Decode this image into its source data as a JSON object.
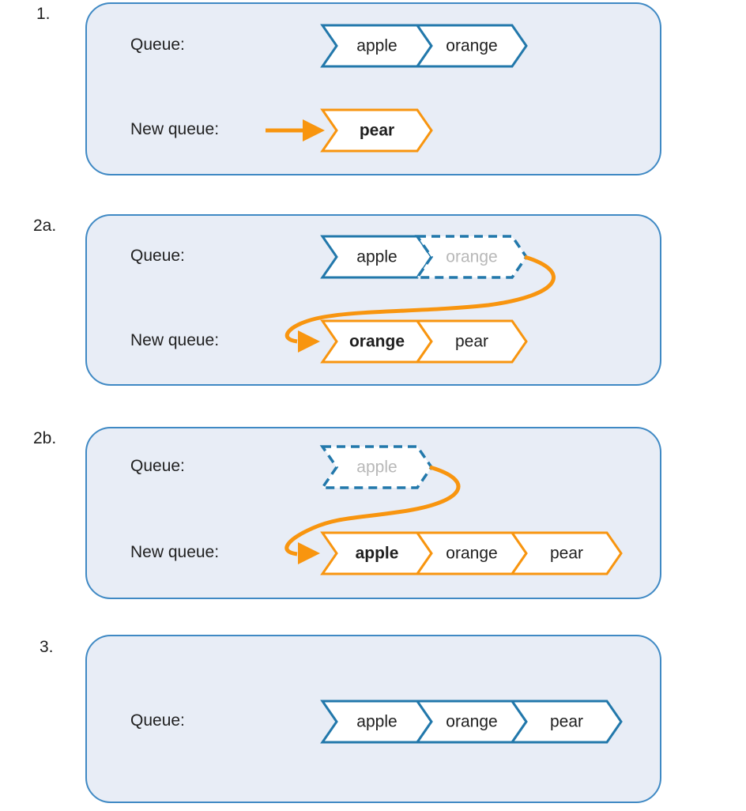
{
  "colors": {
    "cell_blue": "#2278ab",
    "cell_orange": "#f8950f",
    "panel_fill": "#e8edf6",
    "panel_border": "#3f89c4",
    "text": "#1f1f1f",
    "ghost_text": "#b8b8b8"
  },
  "icons": {
    "enqueue_arrow": "right-arrow",
    "dequeue_arrow_2a": "s-curve-arrow",
    "dequeue_arrow_2b": "s-curve-arrow"
  },
  "panels": [
    {
      "label": "1.",
      "rows": [
        {
          "label": "Queue:",
          "cells": [
            {
              "text": "apple"
            },
            {
              "text": "orange"
            }
          ]
        },
        {
          "label": "New queue:",
          "cells": [
            {
              "text": "pear"
            }
          ]
        }
      ]
    },
    {
      "label": "2a.",
      "rows": [
        {
          "label": "Queue:",
          "cells": [
            {
              "text": "apple"
            },
            {
              "text": "orange"
            }
          ]
        },
        {
          "label": "New queue:",
          "cells": [
            {
              "text": "orange"
            },
            {
              "text": "pear"
            }
          ]
        }
      ]
    },
    {
      "label": "2b.",
      "rows": [
        {
          "label": "Queue:",
          "cells": [
            {
              "text": "apple"
            }
          ]
        },
        {
          "label": "New queue:",
          "cells": [
            {
              "text": "apple"
            },
            {
              "text": "orange"
            },
            {
              "text": "pear"
            }
          ]
        }
      ]
    },
    {
      "label": "3.",
      "rows": [
        {
          "label": "Queue:",
          "cells": [
            {
              "text": "apple"
            },
            {
              "text": "orange"
            },
            {
              "text": "pear"
            }
          ]
        }
      ]
    }
  ]
}
